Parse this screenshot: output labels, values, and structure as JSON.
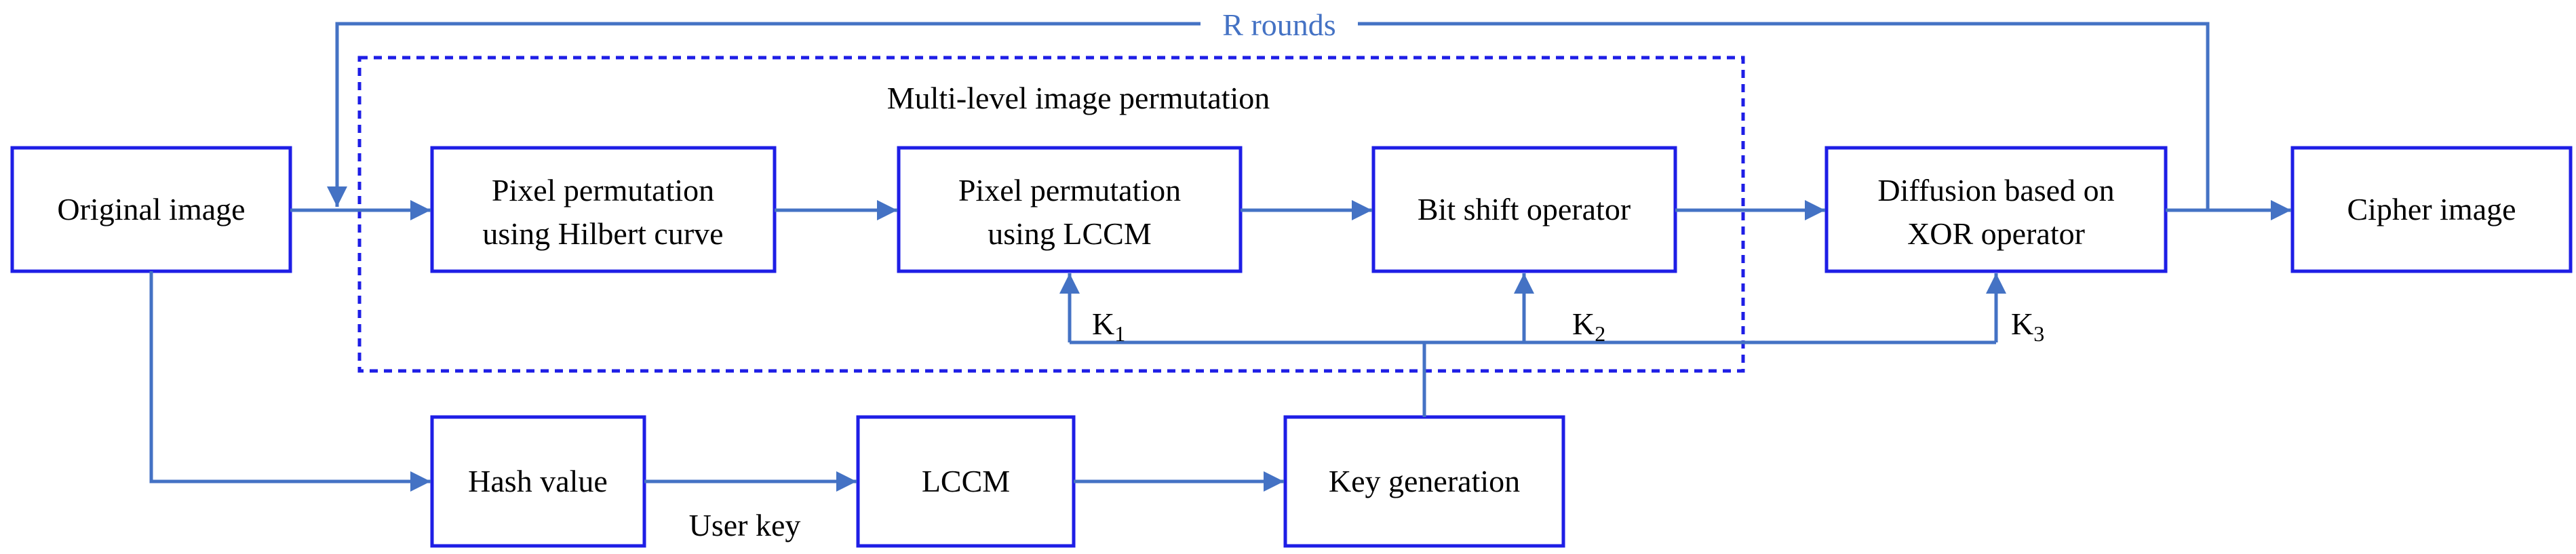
{
  "diagram": {
    "rounds_label": "R rounds",
    "region_label": "Multi-level image permutation",
    "nodes": {
      "original_image": "Original image",
      "hilbert_line1": "Pixel permutation",
      "hilbert_line2": "using Hilbert curve",
      "lccm_perm_line1": "Pixel permutation",
      "lccm_perm_line2": "using LCCM",
      "bit_shift": "Bit shift operator",
      "diffusion_line1": "Diffusion based on",
      "diffusion_line2": "XOR operator",
      "cipher_image": "Cipher image",
      "hash_value": "Hash value",
      "lccm": "LCCM",
      "key_generation": "Key generation"
    },
    "edge_labels": {
      "user_key": "User key",
      "k1_main": "K",
      "k1_sub": "1",
      "k2_main": "K",
      "k2_sub": "2",
      "k3_main": "K",
      "k3_sub": "3"
    },
    "colors": {
      "box_border": "#1e1ee6",
      "connector": "#4472c4",
      "text": "#000000"
    }
  }
}
